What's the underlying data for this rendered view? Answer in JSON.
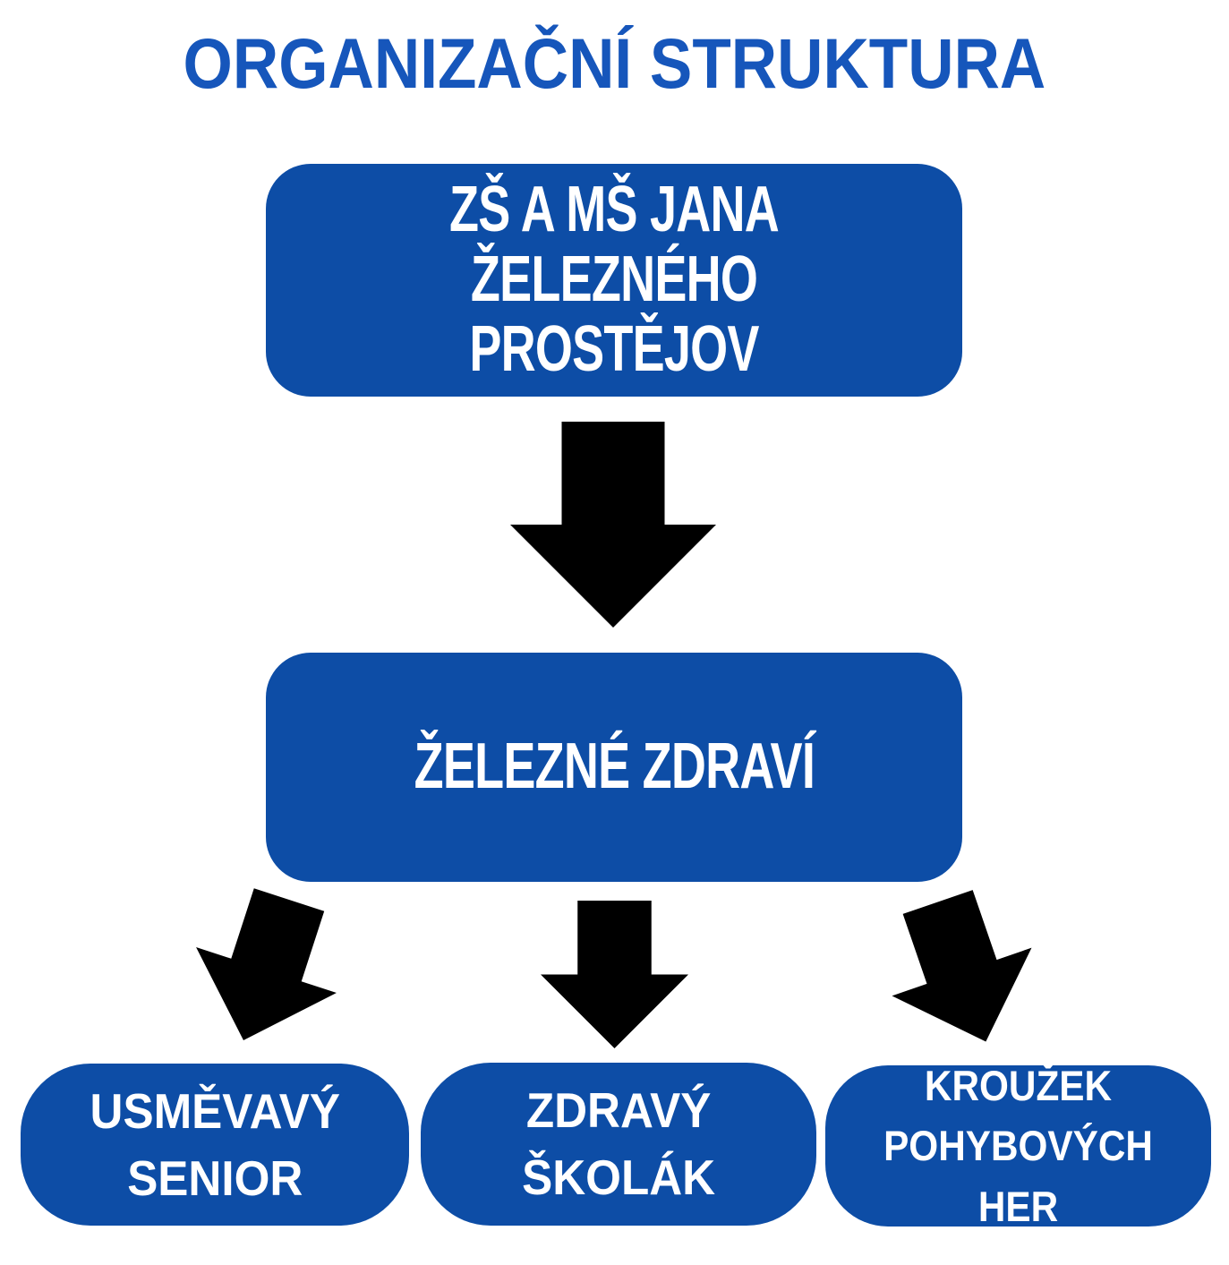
{
  "page": {
    "title": "ORGANIZAČNÍ STRUKTURA",
    "background": "#ffffff"
  },
  "colors": {
    "title_text": "#1656bb",
    "node_fill": "#0d4da6",
    "node_text": "#ffffff",
    "arrow": "#000000",
    "page_bg": "#ffffff"
  },
  "org_chart": {
    "root": {
      "label": "ZŠ A MŠ JANA ŽELEZNÉHO\nPROSTĚJOV"
    },
    "level2": {
      "label": "ŽELEZNÉ ZDRAVÍ"
    },
    "level3": [
      {
        "label": "USMĚVAVÝ\nSENIOR"
      },
      {
        "label": "ZDRAVÝ\nŠKOLÁK"
      },
      {
        "label": "KROUŽEK\nPOHYBOVÝCH HER"
      }
    ],
    "connectors": [
      {
        "icon": "down-arrow-icon",
        "from": "root",
        "to": "level2"
      },
      {
        "icon": "down-left-arrow-icon",
        "from": "level2",
        "to": "level3.0"
      },
      {
        "icon": "down-arrow-icon",
        "from": "level2",
        "to": "level3.1"
      },
      {
        "icon": "down-right-arrow-icon",
        "from": "level2",
        "to": "level3.2"
      }
    ]
  }
}
